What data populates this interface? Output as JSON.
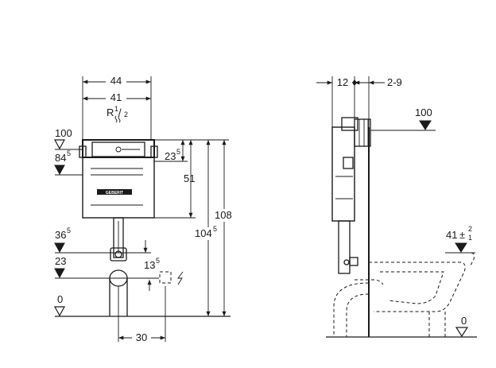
{
  "left_view": {
    "dims": {
      "width_outer": "44",
      "width_inner": "41",
      "supply_main": "R",
      "supply_frac_num": "1",
      "supply_frac_den": "2",
      "level_100": "100",
      "level_84_main": "84",
      "level_84_sup": "5",
      "offset_23_main": "23",
      "offset_23_sup": "5",
      "height_51": "51",
      "height_104_main": "104",
      "height_104_sup": "5",
      "height_108": "108",
      "level_36_main": "36",
      "level_36_sup": "5",
      "level_23": "23",
      "level_13_main": "13",
      "level_13_sup": "5",
      "floor_0": "0",
      "spacing_30": "30"
    },
    "brand_text": "GEBERIT"
  },
  "right_view": {
    "dims": {
      "depth_12": "12",
      "range_2_9": "2-9",
      "level_100": "100",
      "level_41_main": "41",
      "level_41_tol_plus": "2",
      "level_41_tol_minus": "1",
      "floor_0": "0"
    }
  }
}
